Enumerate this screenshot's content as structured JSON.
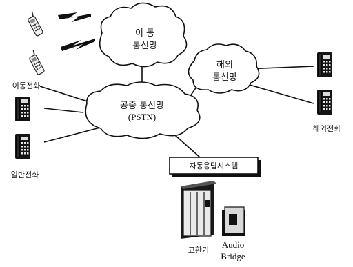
{
  "networks": {
    "mobile": {
      "line1": "이 동",
      "line2": "통신망"
    },
    "overseas": {
      "line1": "해외",
      "line2": "통신망"
    },
    "pstn": {
      "line1": "공중 통신망",
      "line2": "(PSTN)"
    }
  },
  "nodes": {
    "mobile_phone": "이동전화",
    "regular_phone": "일반전화",
    "overseas_phone": "해외전화",
    "ars": "자동응답시스템",
    "exchange": "교환기",
    "audio_bridge_line1": "Audio",
    "audio_bridge_line2": "Bridge"
  },
  "icons": {
    "handset": "mobile-phone-icon",
    "desk_phone": "desk-phone-icon",
    "radio_signal": "lightning-signal-icon",
    "exchange": "exchange-cabinet-icon",
    "audio_bridge": "audio-bridge-box-icon"
  }
}
